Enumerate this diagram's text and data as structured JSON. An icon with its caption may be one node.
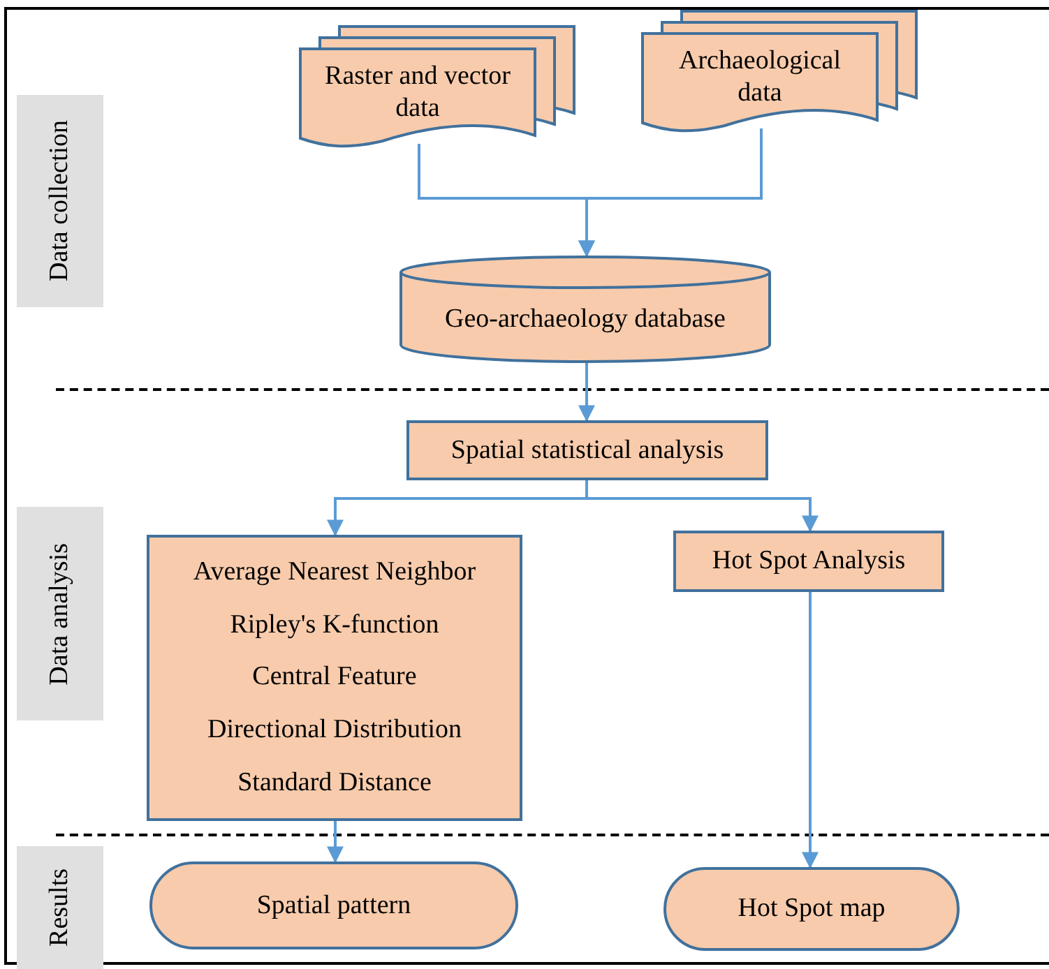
{
  "diagram": {
    "nodes": [
      {
        "text": [
          "Data collection"
        ]
      },
      {
        "text": [
          "Data analysis"
        ]
      },
      {
        "text": [
          "Results"
        ]
      },
      {
        "text": [
          "Raster and vector data"
        ]
      },
      {
        "text": [
          "Archaeological data"
        ]
      },
      {
        "text": [
          "Geo-archaeology database"
        ]
      },
      {
        "text": [
          "Spatial statistical analysis"
        ]
      },
      {
        "text": [
          "Average Nearest Neighbor",
          "Ripley's K-function",
          "Central Feature",
          "Directional Distribution",
          "Standard Distance"
        ]
      },
      {
        "text": [
          "Hot Spot Analysis"
        ]
      },
      {
        "text": [
          "Spatial pattern"
        ]
      },
      {
        "text": [
          "Hot Spot map"
        ]
      }
    ],
    "edges": [
      {
        "from": 3,
        "to": 5,
        "arrow": "to"
      },
      {
        "from": 4,
        "to": 5,
        "arrow": "to"
      },
      {
        "from": 5,
        "to": 6,
        "arrow": "to"
      },
      {
        "from": 6,
        "to": 7,
        "arrow": "to"
      },
      {
        "from": 6,
        "to": 8,
        "arrow": "to"
      },
      {
        "from": 7,
        "to": 9,
        "arrow": "to"
      },
      {
        "from": 8,
        "to": 10,
        "arrow": "to"
      }
    ]
  }
}
